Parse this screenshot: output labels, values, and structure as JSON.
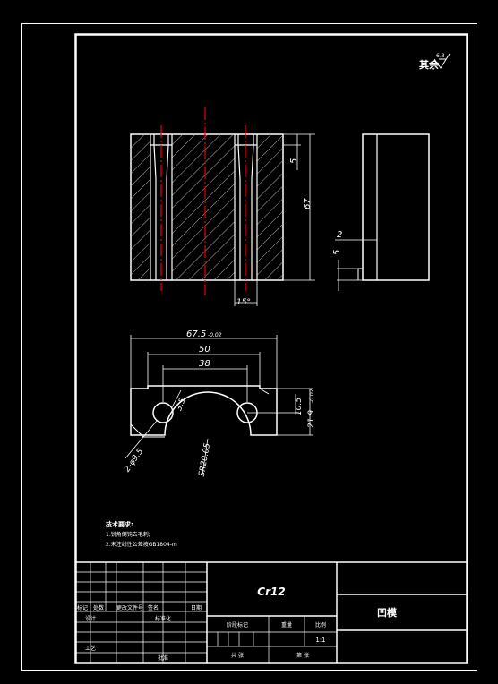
{
  "drawing": {
    "surface_finish": {
      "prefix": "其余",
      "value": "6.3"
    },
    "front_view": {
      "dim_slot_depth": "5",
      "dim_height": "67",
      "dim_slot_angle": "15°"
    },
    "side_view": {
      "dim_groove_width": "2",
      "dim_groove_height": "5"
    },
    "top_view": {
      "dim_overall_width": "67.5",
      "dim_overall_width_tol": "-0.02",
      "dim_inner_width": "50",
      "dim_hole_pitch": "38",
      "dim_chamfer": "3.5",
      "dim_holes": "2-φ9.5",
      "dim_arc_radius": "SR20.05",
      "dim_hole_center_height": "10.5",
      "dim_height": "21.9",
      "dim_height_tol": "-0.02"
    },
    "technical_requirements": {
      "title": "技术要求:",
      "items": [
        "1.锐角倒钝去毛刺;",
        "2.未注线性公差按GB1804-m"
      ]
    },
    "title_block": {
      "material": "Cr12",
      "part_name": "凹模",
      "labels": {
        "designer": "设计",
        "standard": "标准化",
        "process": "工艺",
        "approve": "批准",
        "marking": "标记",
        "count": "处数",
        "change_doc": "更改文件号",
        "signature": "签名",
        "date": "日期",
        "stage_mark": "阶段标记",
        "weight": "重量",
        "scale": "比例",
        "scale_value": "1:1",
        "total_sheets": "共 张",
        "sheet_no": "第 张"
      }
    }
  }
}
